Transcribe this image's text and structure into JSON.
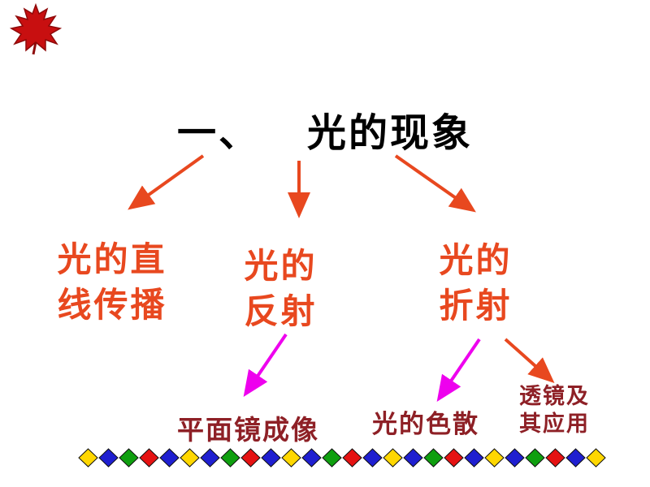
{
  "slide": {
    "title": {
      "prefix": "一、",
      "main": "光的现象"
    },
    "branches": [
      {
        "id": "linear-propagation",
        "line1": "光的直",
        "line2": "线传播"
      },
      {
        "id": "reflection",
        "line1": "光的",
        "line2": "反射"
      },
      {
        "id": "refraction",
        "line1": "光的",
        "line2": "折射"
      }
    ],
    "subtopics": [
      {
        "id": "plane-mirror-imaging",
        "label": "平面镜成像"
      },
      {
        "id": "light-dispersion",
        "label": "光的色散"
      },
      {
        "id": "lens-applications",
        "line1": "透镜及",
        "line2": "其应用"
      }
    ],
    "icons": {
      "corner_decoration": "maple-leaf-icon",
      "bottom_border": "diamond-row"
    },
    "colors": {
      "title_text": "#000000",
      "branch_text": "#e8481f",
      "subtopic_text": "#8e2026",
      "arrow_primary": "#e8481f",
      "arrow_secondary": "#ee00ee",
      "leaf": "#c80f10",
      "background": "#ffffff"
    },
    "diamond_colors": [
      "#ffd700",
      "#1f1fd0",
      "#0f9f0f",
      "#e51212",
      "#1f1fd0",
      "#ffd700",
      "#1f1fd0",
      "#0f9f0f",
      "#e51212",
      "#1f1fd0",
      "#ffd700",
      "#1f1fd0",
      "#0f9f0f",
      "#e51212",
      "#1f1fd0",
      "#ffd700",
      "#1f1fd0",
      "#0f9f0f",
      "#e51212",
      "#1f1fd0",
      "#ffd700",
      "#1f1fd0",
      "#0f9f0f",
      "#e51212",
      "#1f1fd0",
      "#ffd700"
    ]
  }
}
